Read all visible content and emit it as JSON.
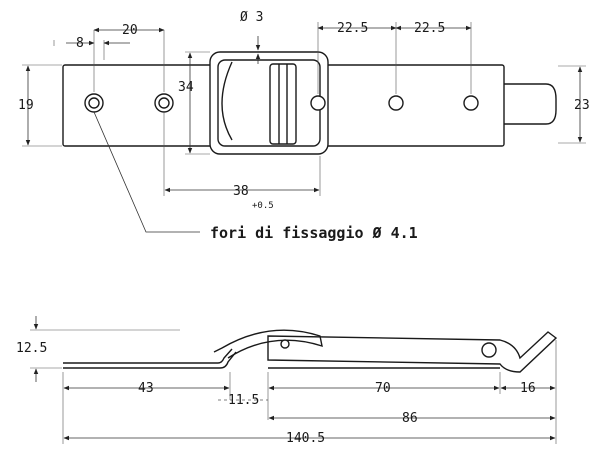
{
  "top_view": {
    "hole_dia": "Ø 3",
    "spacing_a": "22.5",
    "spacing_b": "22.5",
    "left_offset": "8",
    "hole_pitch": "20",
    "width_left": "19",
    "width_right": "23",
    "loop_height": "34",
    "loop_width": "38",
    "loop_width_tol": "+0.5",
    "note": "fori di fissaggio Ø 4.1"
  },
  "side_view": {
    "height": "12.5",
    "left_length": "43",
    "gap": "11.5",
    "mid_length": "70",
    "tip_length": "16",
    "right_length": "86",
    "total_length": "140.5"
  }
}
